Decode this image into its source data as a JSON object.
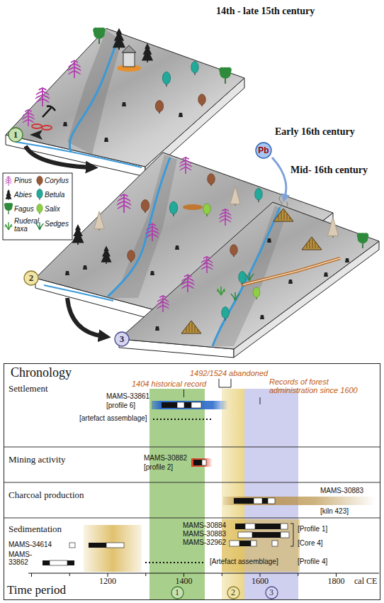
{
  "diagram": {
    "nodes": [
      {
        "text": [
          "1"
        ]
      },
      {
        "text": [
          "2"
        ]
      },
      {
        "text": [
          "3"
        ]
      },
      {
        "text": [
          "Pb"
        ]
      },
      {
        "text": [
          "Chronology"
        ]
      },
      {
        "text": [
          "1"
        ],
        "in": 4
      },
      {
        "text": [
          "2"
        ],
        "in": 4
      },
      {
        "text": [
          "3"
        ],
        "in": 4
      }
    ],
    "labels": [
      "14th - late 15th century",
      "Early 16th century",
      "Mid- 16th century",
      "Settlement",
      "1492/1524 abandoned",
      "1404 historical record",
      "Records of forest administration since 1600",
      "MAMS-33861",
      "[profile 6]",
      "[artefact assemblage]",
      "Mining activity",
      "MAMS-30882",
      "[profile 2]",
      "Charcoal production",
      "MAMS-30883",
      "[kiln 423]",
      "Sedimentation",
      "MAMS-30884",
      "MAMS-30883",
      "MAMS-32962",
      "[Profile 1]",
      "[Core 4]",
      "MAMS-34614",
      "MAMS- 33862",
      "[Artefact assemblage]",
      "[Profile 4]",
      "1200",
      "1400",
      "1600",
      "1800",
      "cal CE",
      "Time period"
    ],
    "legend": [
      {
        "text": "Pinus"
      },
      {
        "text": "Corylus"
      },
      {
        "text": "Abies"
      },
      {
        "text": "Betula"
      },
      {
        "text": "Fagus"
      },
      {
        "text": "Salix"
      },
      {
        "text": "Ruderal taxa"
      },
      {
        "text": "Sedges"
      }
    ]
  }
}
